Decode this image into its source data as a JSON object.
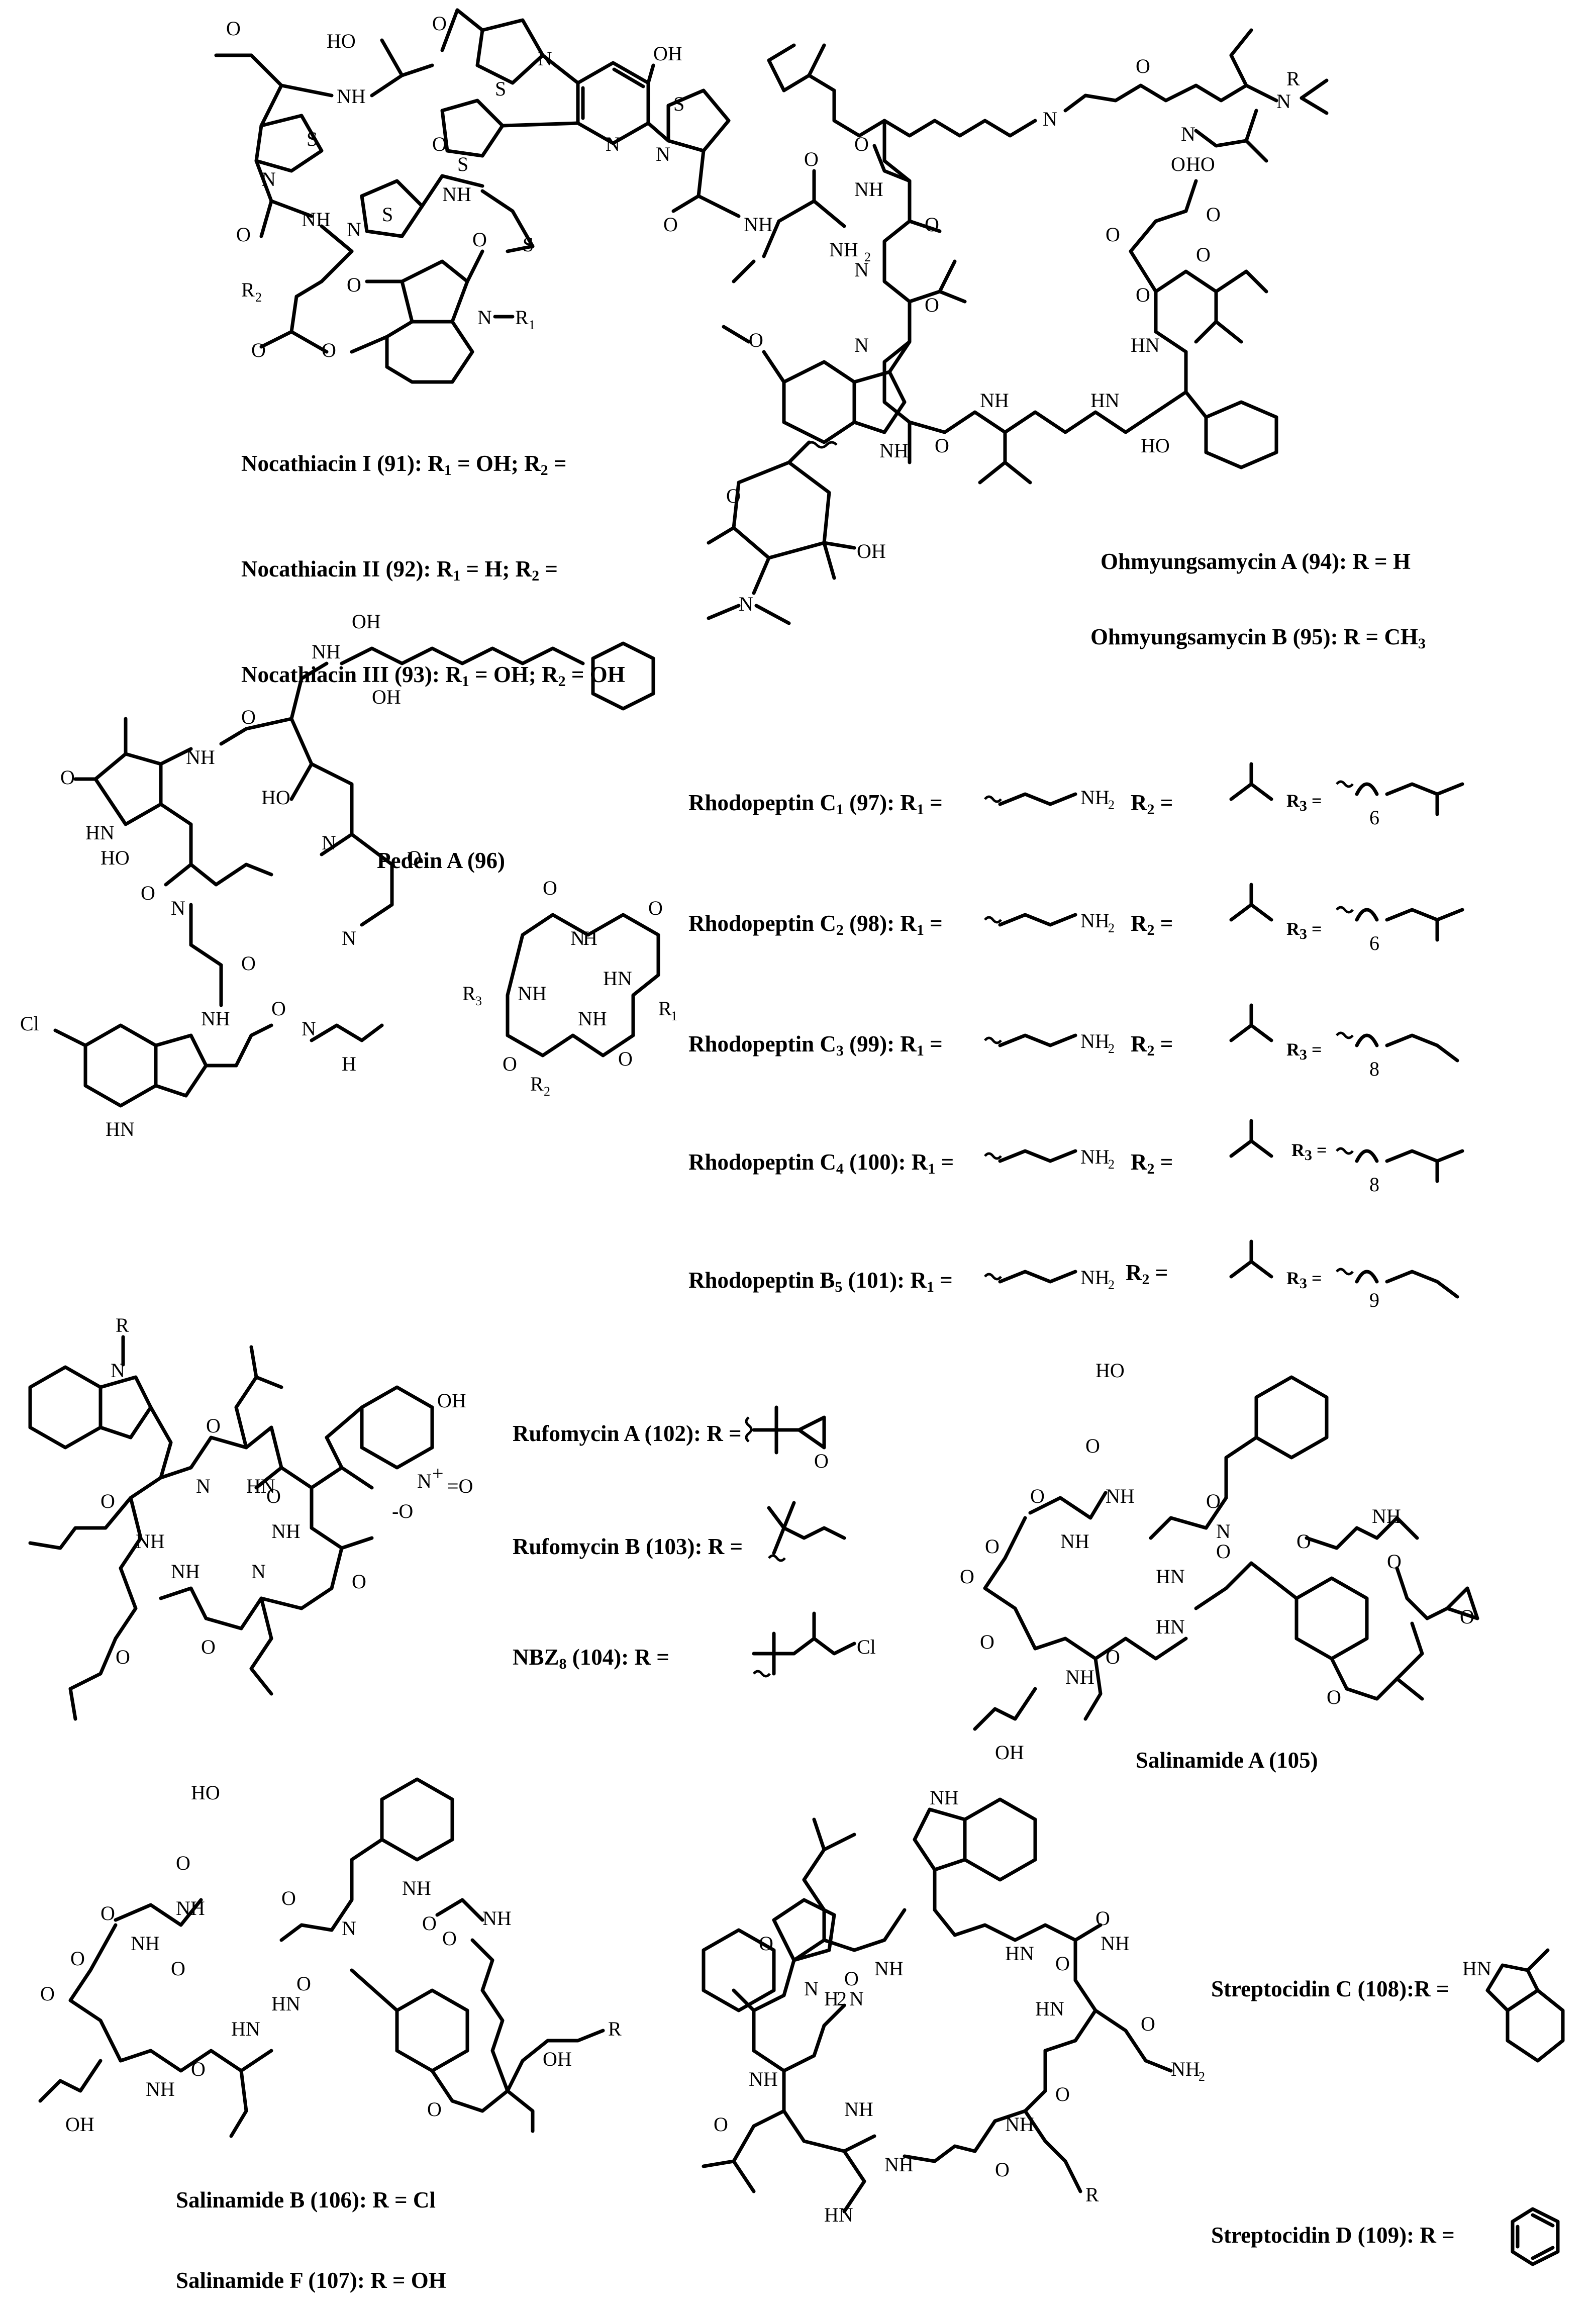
{
  "nocathiacin": {
    "i_name": "Nocathiacin I (91)",
    "i_r1": "OH",
    "ii_name": "Nocathiacin II (92)",
    "ii_r1": "H",
    "iii_name": "Nocathiacin III (93)",
    "iii_r1": "OH",
    "iii_r2": "OH"
  },
  "ohmyungsamycin": {
    "a_name": "Ohmyungsamycin A (94)",
    "a_r": "H",
    "b_name": "Ohmyungsamycin B (95)",
    "b_r": "CH3"
  },
  "pedein": {
    "name": "Pedein A (96)"
  },
  "rhodopeptin": {
    "rows": [
      {
        "name": "Rhodopeptin C1 (97)",
        "n": "6"
      },
      {
        "name": "Rhodopeptin C2 (98)",
        "n": "6"
      },
      {
        "name": "Rhodopeptin C3 (99)",
        "n": "8"
      },
      {
        "name": "Rhodopeptin C4 (100)",
        "n": "8"
      },
      {
        "name": "Rhodopeptin B5 (101)",
        "n": "9"
      }
    ]
  },
  "rufomycin": {
    "a_name": "Rufomycin A (102)",
    "b_name": "Rufomycin B (103)",
    "nbz_name": "NBZ8 (104)"
  },
  "salinamide": {
    "a_name": "Salinamide A (105)",
    "b_name": "Salinamide B (106)",
    "b_r": "Cl",
    "f_name": "Salinamide F (107)",
    "f_r": "OH"
  },
  "streptocidin": {
    "c_name": "Streptocidin C (108)",
    "d_name": "Streptocidin D (109)"
  }
}
